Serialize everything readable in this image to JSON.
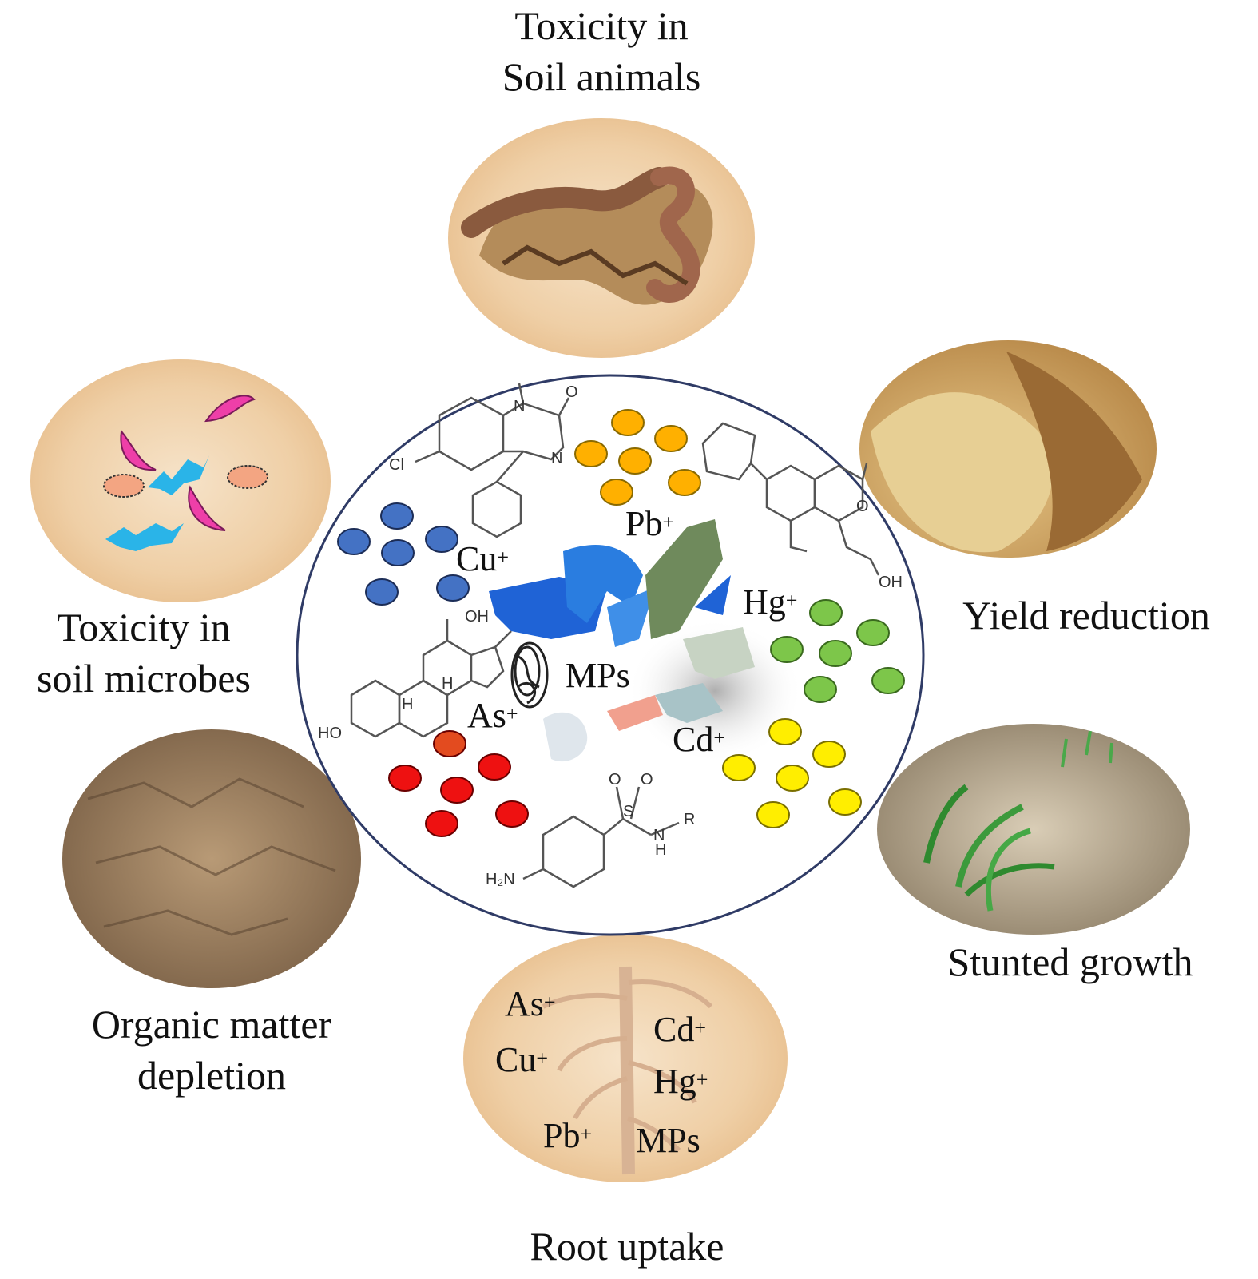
{
  "labels": {
    "soil_animals": [
      "Toxicity in",
      "Soil animals"
    ],
    "soil_microbes": [
      "Toxicity in",
      "soil microbes"
    ],
    "yield": [
      "Yield reduction"
    ],
    "stunted": [
      "Stunted growth"
    ],
    "organic": [
      "Organic matter",
      "depletion"
    ],
    "root": [
      "Root uptake"
    ]
  },
  "center": {
    "cu": {
      "base": "Cu",
      "sup": "+"
    },
    "pb": {
      "base": "Pb",
      "sup": "+"
    },
    "hg": {
      "base": "Hg",
      "sup": "+"
    },
    "mps": "MPs",
    "as": {
      "base": "As",
      "sup": "+"
    },
    "cd": {
      "base": "Cd",
      "sup": "+"
    }
  },
  "root_bubble": {
    "as": {
      "base": "As",
      "sup": "+"
    },
    "cu": {
      "base": "Cu",
      "sup": "+"
    },
    "cd": {
      "base": "Cd",
      "sup": "+"
    },
    "hg": {
      "base": "Hg",
      "sup": "+"
    },
    "pb": {
      "base": "Pb",
      "sup": "+"
    },
    "mps": "MPs"
  },
  "molecules": {
    "n1": "N",
    "o1": "O",
    "cl": "Cl",
    "n2": "N",
    "oh_top": "OH",
    "h1": "H",
    "h2": "H",
    "ho": "HO",
    "o_a": "O",
    "o_b": "O",
    "s": "S",
    "n3": "N",
    "h3": "H",
    "r": "R",
    "h2n": "H₂N",
    "o_q": "O",
    "oh_q": "OH"
  },
  "colors": {
    "cu_dots": "#4472c4",
    "pb_dots": "#ffb000",
    "hg_dots": "#7dc64a",
    "cd_dots": "#ffee00",
    "as_dots": "#ee1111",
    "ring": "#2f3b66",
    "bubble": "#f1d2ad"
  }
}
